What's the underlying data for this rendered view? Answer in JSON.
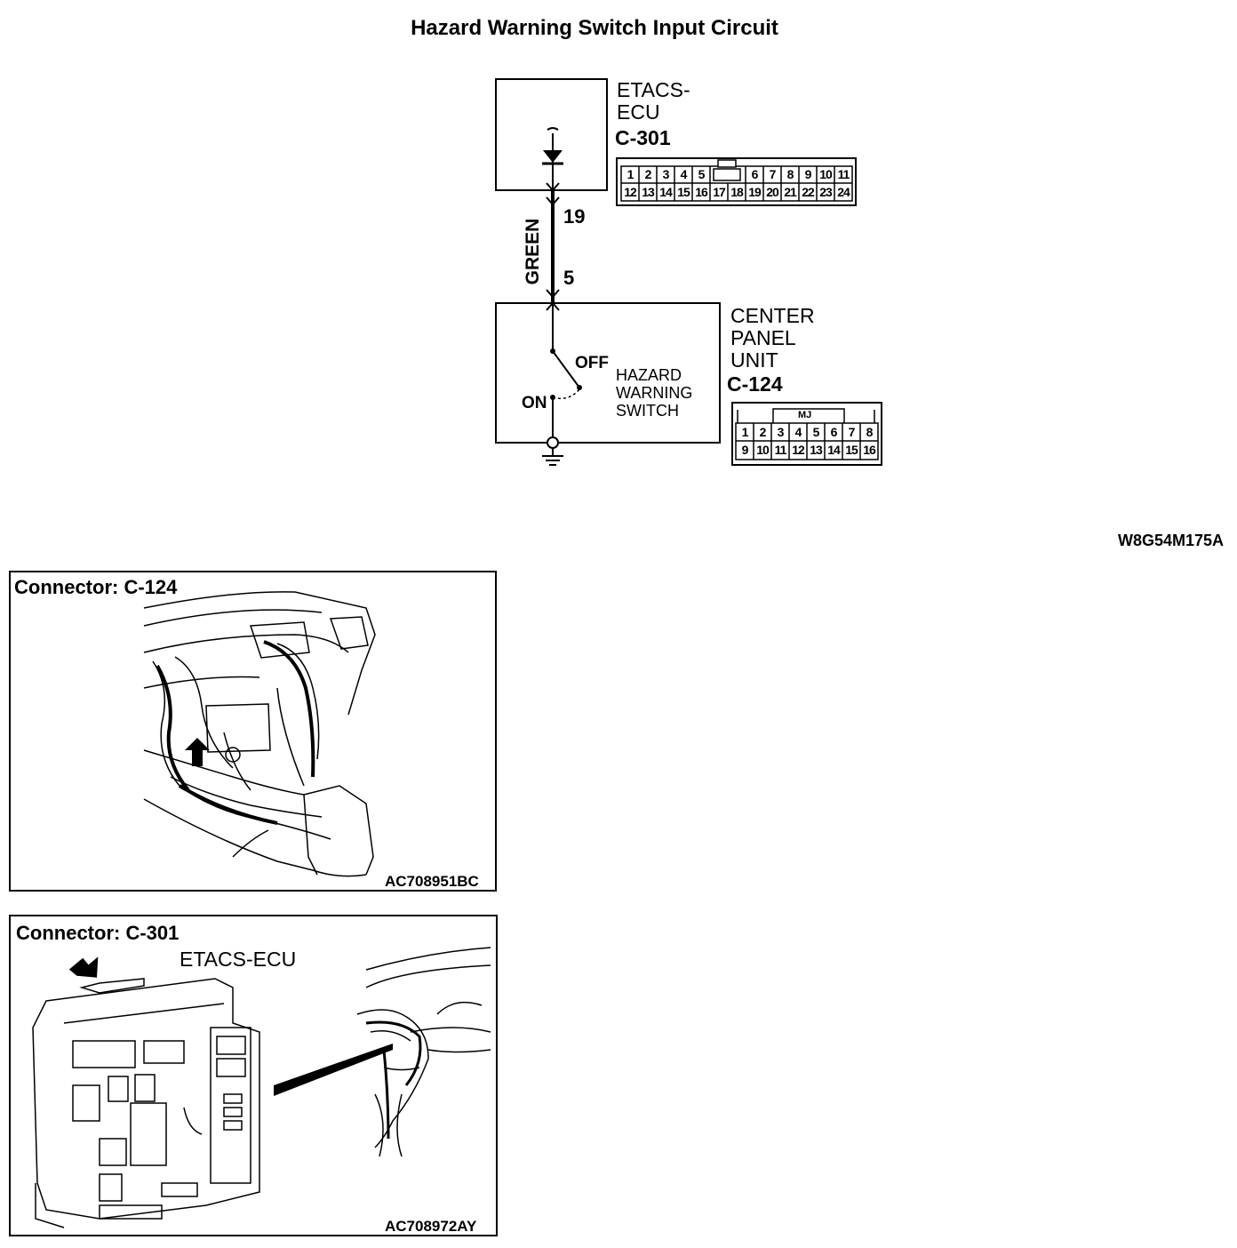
{
  "title": "Hazard Warning Switch Input Circuit",
  "etacs": {
    "label_line1": "ETACS-",
    "label_line2": "ECU",
    "connector": "C-301",
    "pins_row1": [
      "1",
      "2",
      "3",
      "4",
      "5",
      "",
      "6",
      "7",
      "8",
      "9",
      "10",
      "11"
    ],
    "pins_row2": [
      "12",
      "13",
      "14",
      "15",
      "16",
      "17",
      "18",
      "19",
      "20",
      "21",
      "22",
      "23",
      "24"
    ]
  },
  "wire": {
    "color_label": "GREEN",
    "pin_top": "19",
    "pin_bottom": "5"
  },
  "center_panel": {
    "label_line1": "CENTER",
    "label_line2": "PANEL",
    "label_line3": "UNIT",
    "connector": "C-124",
    "mj_label": "MJ",
    "pins_row1": [
      "1",
      "2",
      "3",
      "4",
      "5",
      "6",
      "7",
      "8"
    ],
    "pins_row2": [
      "9",
      "10",
      "11",
      "12",
      "13",
      "14",
      "15",
      "16"
    ]
  },
  "switch": {
    "off_label": "OFF",
    "on_label": "ON",
    "name_line1": "HAZARD",
    "name_line2": "WARNING",
    "name_line3": "SWITCH"
  },
  "diagram_code": "W8G54M175A",
  "panel_c124": {
    "title": "Connector: C-124",
    "code": "AC708951BC"
  },
  "panel_c301": {
    "title": "Connector: C-301",
    "subtitle": "ETACS-ECU",
    "code": "AC708972AY"
  }
}
